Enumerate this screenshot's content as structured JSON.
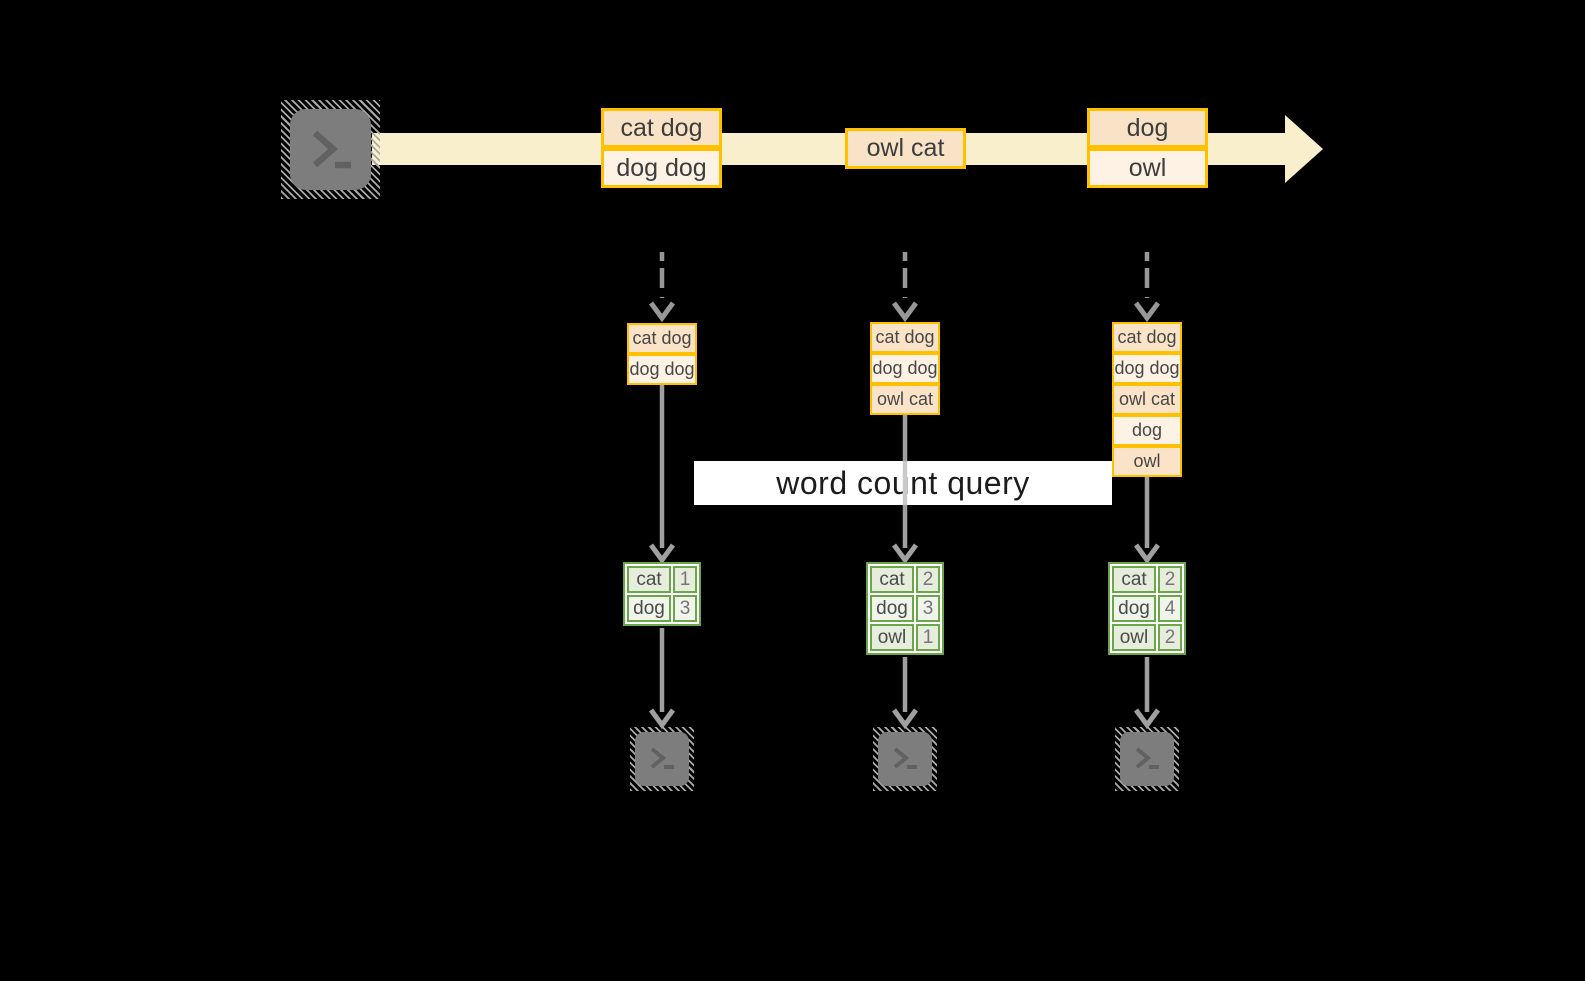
{
  "query_label": "word count query",
  "stream": {
    "source_icon": "terminal-icon",
    "events": [
      {
        "lines": [
          "cat dog",
          "dog dog"
        ]
      },
      {
        "lines": [
          "owl cat"
        ]
      },
      {
        "lines": [
          "dog",
          "owl"
        ]
      }
    ]
  },
  "pipelines": [
    {
      "batch": [
        "cat dog",
        "dog dog"
      ],
      "counts": [
        {
          "word": "cat",
          "count": "1"
        },
        {
          "word": "dog",
          "count": "3"
        }
      ],
      "sink_icon": "terminal-icon"
    },
    {
      "batch": [
        "cat dog",
        "dog dog",
        "owl cat"
      ],
      "counts": [
        {
          "word": "cat",
          "count": "2"
        },
        {
          "word": "dog",
          "count": "3"
        },
        {
          "word": "owl",
          "count": "1"
        }
      ],
      "sink_icon": "terminal-icon"
    },
    {
      "batch": [
        "cat dog",
        "dog dog",
        "owl cat",
        "dog",
        "owl"
      ],
      "counts": [
        {
          "word": "cat",
          "count": "2"
        },
        {
          "word": "dog",
          "count": "4"
        },
        {
          "word": "owl",
          "count": "2"
        }
      ],
      "sink_icon": "terminal-icon"
    }
  ],
  "colors": {
    "background": "#000000",
    "stream_band": "#faefcc",
    "event_border": "#ffc000",
    "event_fill_dark": "#f9e3c6",
    "event_fill_light": "#fdf2e4",
    "table_border": "#69a748",
    "table_fill_dark": "#e6eddc",
    "table_fill_light": "#f0f4eb",
    "arrow_gray": "#a0a0a0",
    "terminal_gray": "#7d7d7d",
    "label_bg": "#ffffff"
  }
}
